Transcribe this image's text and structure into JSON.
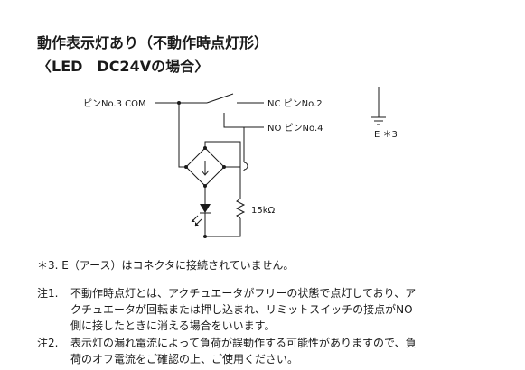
{
  "title": "動作表示灯あり（不動作時点灯形）",
  "subtitle": "〈LED　DC24Vの場合〉",
  "diagram": {
    "com_label": "ピンNo.3  COM",
    "nc_label": "NC  ピンNo.2",
    "no_label": "NO  ピンNo.4",
    "earth_label": "E  ＊3",
    "resistor_label": "15kΩ"
  },
  "footnote": "＊3. E（アース）はコネクタに接続されていません。",
  "notes": [
    {
      "id": "注1.",
      "lines": [
        "不動作時点灯とは、アクチュエータがフリーの状態で点灯しており、ア",
        "クチュエータが回転または押し込まれ、リミットスイッチの接点がNO",
        "側に接したときに消える場合をいいます。"
      ]
    },
    {
      "id": "注2.",
      "lines": [
        "表示灯の漏れ電流によって負荷が誤動作する可能性がありますので、負",
        "荷のオフ電流をご確認の上、ご使用ください。"
      ]
    }
  ]
}
